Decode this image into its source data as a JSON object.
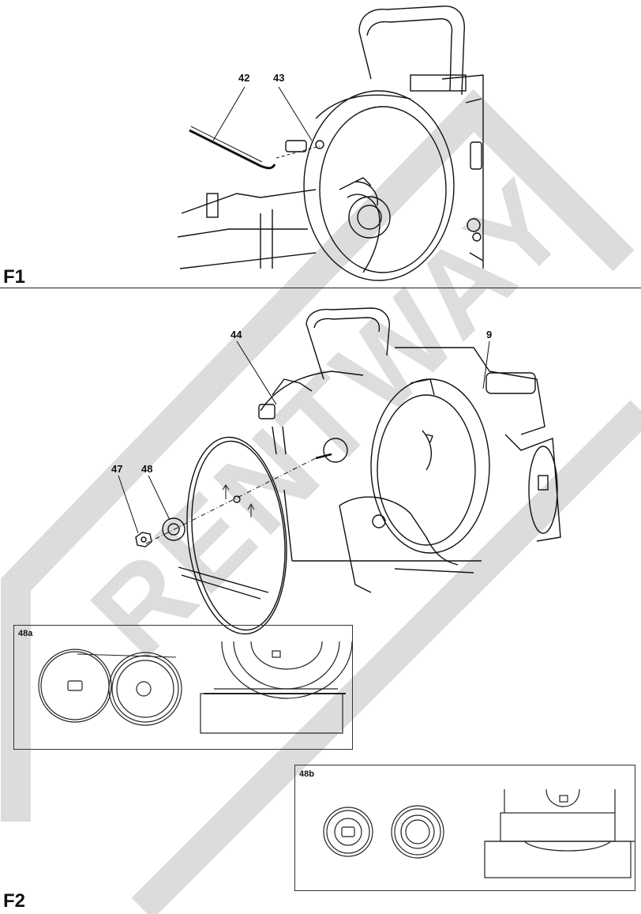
{
  "figures": {
    "f1_label": "F1",
    "f2_label": "F2"
  },
  "callouts": {
    "c42": "42",
    "c43": "43",
    "c44": "44",
    "c9": "9",
    "c47": "47",
    "c48": "48"
  },
  "detail_boxes": {
    "box_48a": "48a",
    "box_48b": "48b"
  },
  "watermark": {
    "text": "RENTWAY",
    "color": "#d9d9d9"
  }
}
